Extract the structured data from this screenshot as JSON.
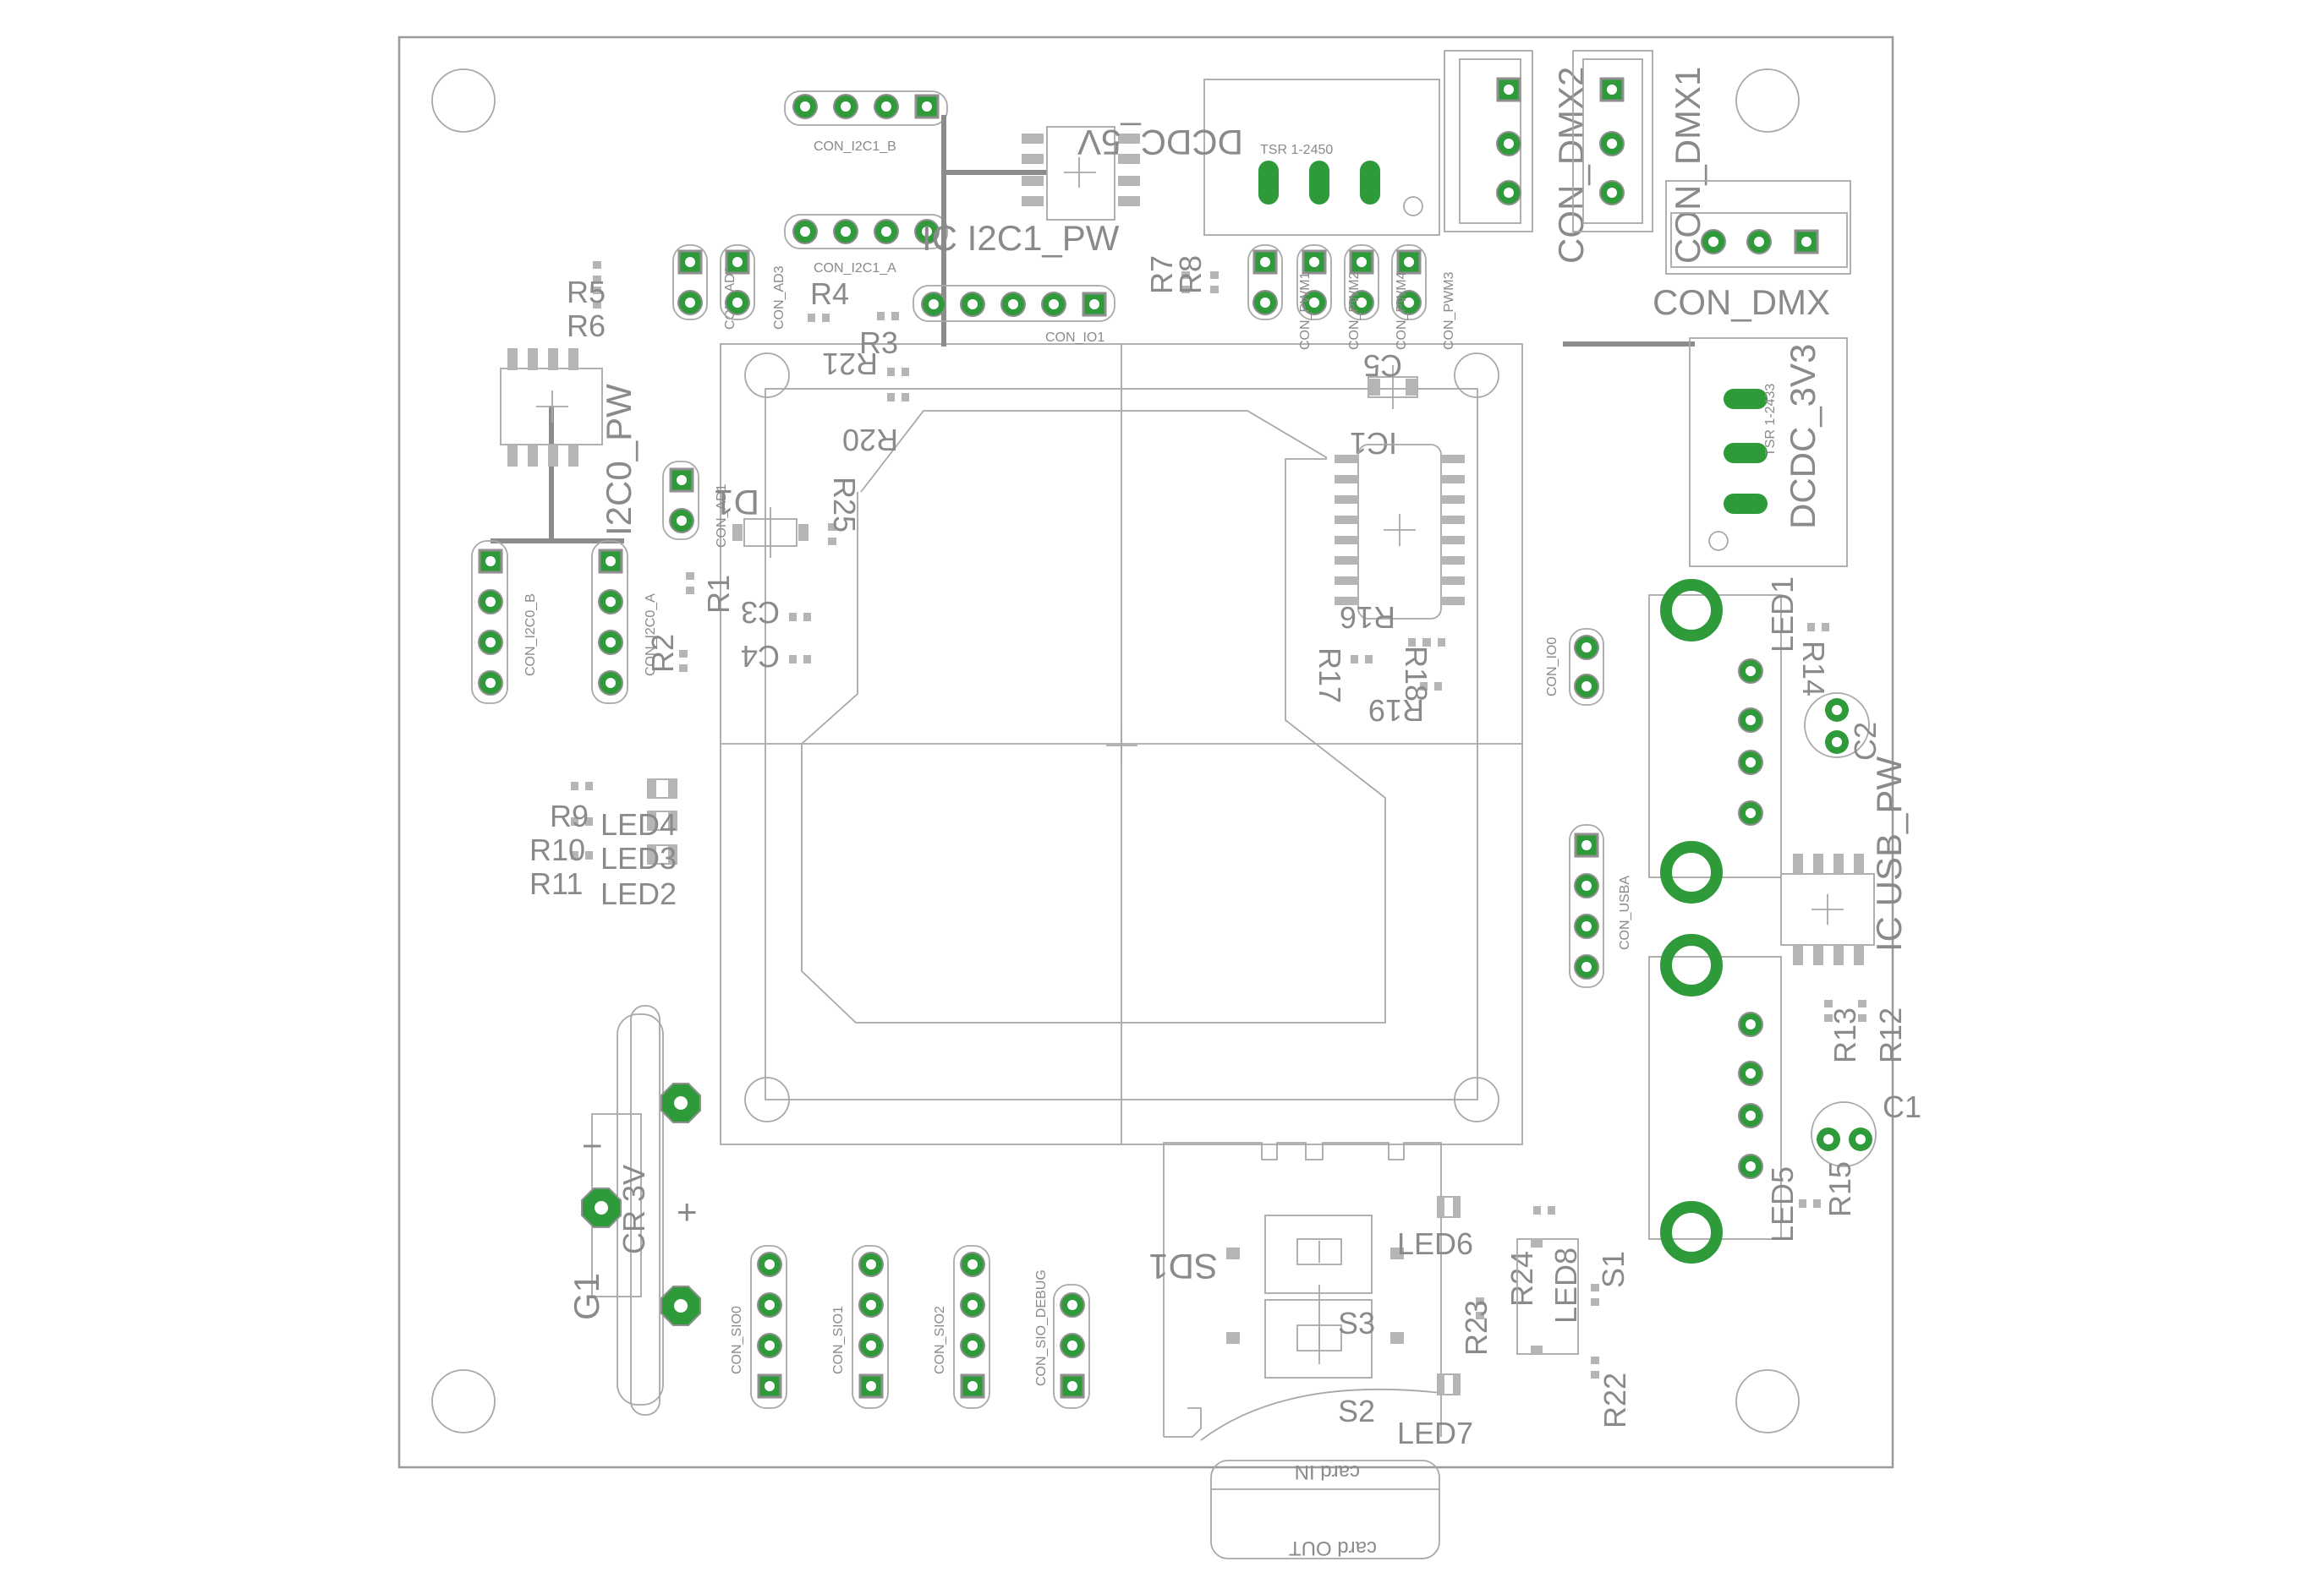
{
  "board": {
    "labels": {
      "con_i2c1_b": "CON_I2C1_B",
      "con_i2c1_a": "CON_I2C1_A",
      "i2c1_pw": "IC I2C1_PW",
      "dcdc_5v": "DCDC_5V",
      "dcdc_5v_part": "TSR 1-2450",
      "con_dmx2": "CON_DMX2",
      "con_dmx1": "CON_DMX1",
      "con_dmx": "CON_DMX",
      "dcdc_3v3": "DCDC_3V3",
      "dcdc_3v3_part": "TSR 1-2433",
      "con_io1": "CON_IO1",
      "con_ad3": "CON_AD3",
      "con_ad2": "CON_AD2",
      "con_pwm1": "CON_PWM1",
      "con_pwm2": "CON_PWM2",
      "con_pwm3": "CON_PWM3",
      "con_pwm4": "CON_PWM4",
      "r5": "R5",
      "r6": "R6",
      "r4": "R4",
      "r3": "R3",
      "r21": "R21",
      "r20": "R20",
      "r7": "R7",
      "r8": "R8",
      "c5": "C5",
      "ic1": "IC1",
      "i2c0_pw": "I2C0_PW",
      "d1": "D1",
      "r25": "R25",
      "con_ad1": "CON_AD1",
      "con_i2c0_b": "CON_I2C0_B",
      "con_i2c0_a": "CON_I2C0_A",
      "r1": "R1",
      "r2": "R2",
      "c3": "C3",
      "c4": "C4",
      "r16": "R16",
      "r18": "R18",
      "r17": "R17",
      "r19": "R19",
      "con_io0": "CON_IO0",
      "led1": "LED1",
      "r14": "R14",
      "c2": "C2",
      "ic_usb_pw": "IC USB_PW",
      "con_usba": "CON_USBA",
      "r9": "R9",
      "r10": "R10",
      "r11": "R11",
      "led4": "LED4",
      "led3": "LED3",
      "led2": "LED2",
      "r13": "R13",
      "r12": "R12",
      "c1": "C1",
      "r15": "R15",
      "led5": "LED5",
      "g1": "G1",
      "g1_value": "CR 3V",
      "minus": "−",
      "plus": "+",
      "sd1": "SD1",
      "led6": "LED6",
      "s3": "S3",
      "s2": "S2",
      "led7": "LED7",
      "r23": "R23",
      "r24": "R24",
      "led8": "LED8",
      "s1": "S1",
      "r22": "R22",
      "con_sio0": "CON_SIO0",
      "con_sio1": "CON_SIO1",
      "con_sio2": "CON_SIO2",
      "con_sio_debug": "CON_SIO_DEBUG",
      "card_in": "card IN",
      "card_out": "card OUT"
    },
    "colors": {
      "pad": "#2e9a3a",
      "silkscreen": "#8c8c8c",
      "outline": "#9a9a9a",
      "background": "#ffffff"
    }
  }
}
